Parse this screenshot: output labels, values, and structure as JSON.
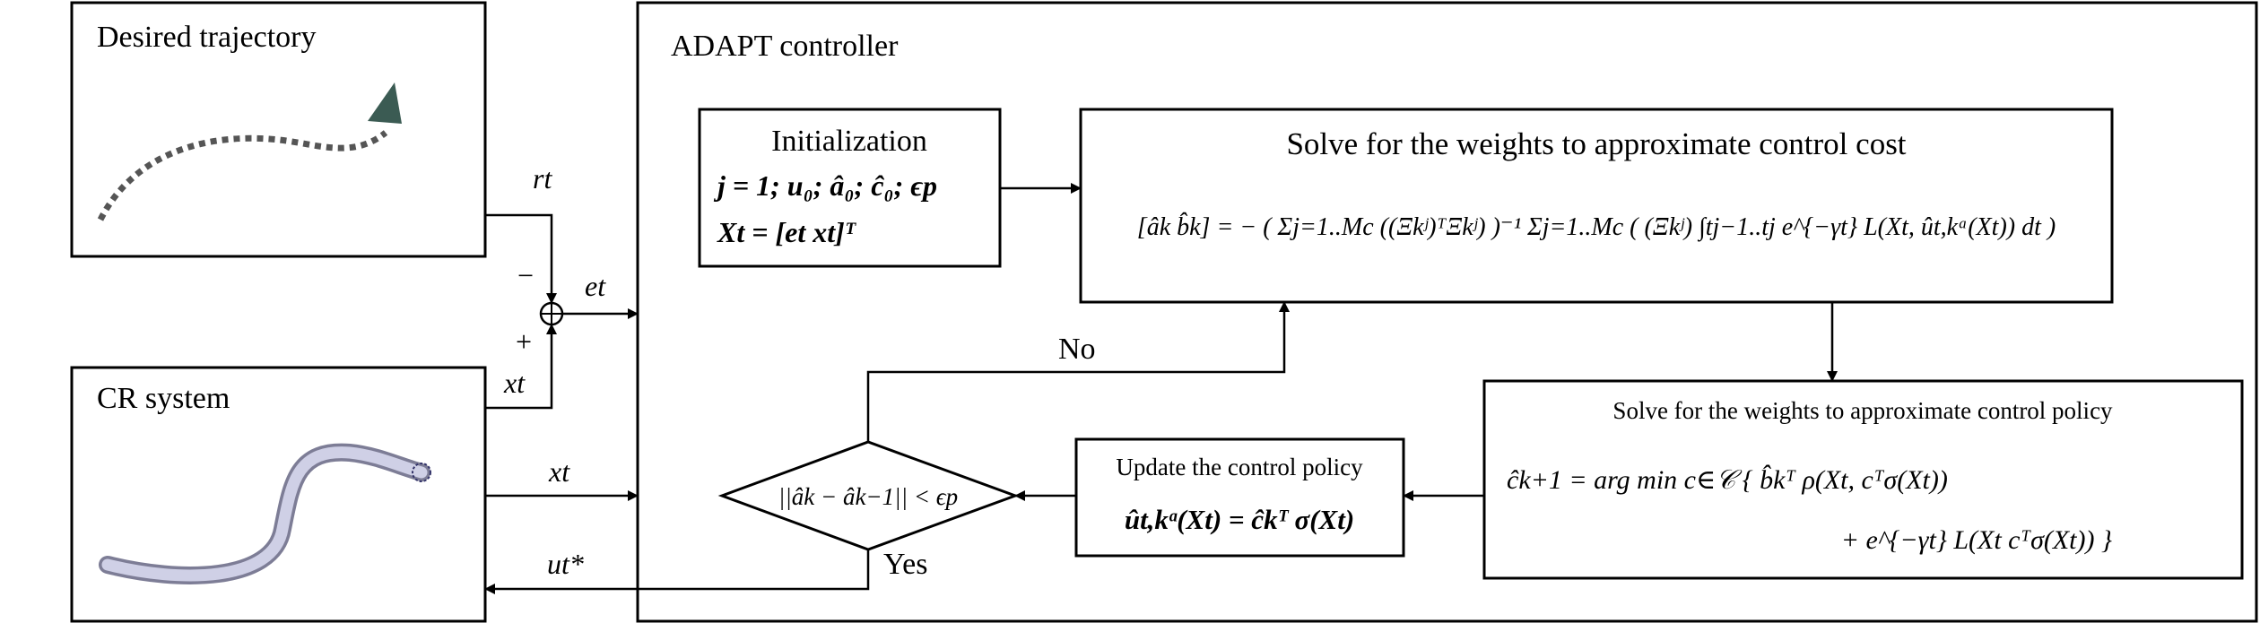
{
  "blocks": {
    "desired_trajectory": {
      "title": "Desired trajectory"
    },
    "cr_system": {
      "title": "CR system"
    },
    "adapt_controller": {
      "title": "ADAPT controller"
    },
    "initialization": {
      "title": "Initialization",
      "line1": "j = 1; u₀; â₀; ĉ₀; ϵp",
      "line2": "Xt = [et xt]ᵀ"
    },
    "control_cost": {
      "title": "Solve for the weights to approximate control cost",
      "equation": "[âk b̂k] = − ( Σj=1..Mc ((Ξkʲ)ᵀΞkʲ) )⁻¹ Σj=1..Mc ( (Ξkʲ) ∫tj−1..tj e^{−γt} L(Xt, ût,kᵃ(Xt)) dt )"
    },
    "control_policy": {
      "title": "Solve for the weights to approximate control policy",
      "line1": "ĉk+1 = arg min c∈𝒞 { b̂kᵀ ρ(Xt, cᵀσ(Xt))",
      "line2": "+ e^{−γt} L(Xt cᵀσ(Xt)) }"
    },
    "update_policy": {
      "title": "Update the control policy",
      "equation": "ût,kᵃ(Xt) = ĉkᵀ σ(Xt)"
    },
    "decision": {
      "condition": "||âk − âk−1|| < ϵp",
      "no": "No",
      "yes": "Yes"
    }
  },
  "signals": {
    "r": "rt",
    "e": "et",
    "x_feedback": "xt",
    "x_out": "xt",
    "u": "ut*",
    "minus": "−",
    "plus": "+"
  }
}
